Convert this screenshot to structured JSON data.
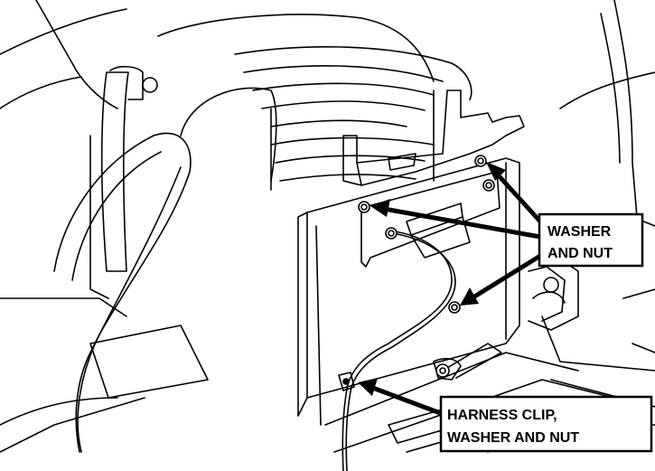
{
  "callouts": {
    "washer_nut": {
      "line1": "WASHER",
      "line2": "AND NUT"
    },
    "harness_clip": {
      "line1": "HARNESS CLIP,",
      "line2": "WASHER AND NUT"
    }
  },
  "colors": {
    "line": "#000000",
    "background": "#ffffff"
  }
}
